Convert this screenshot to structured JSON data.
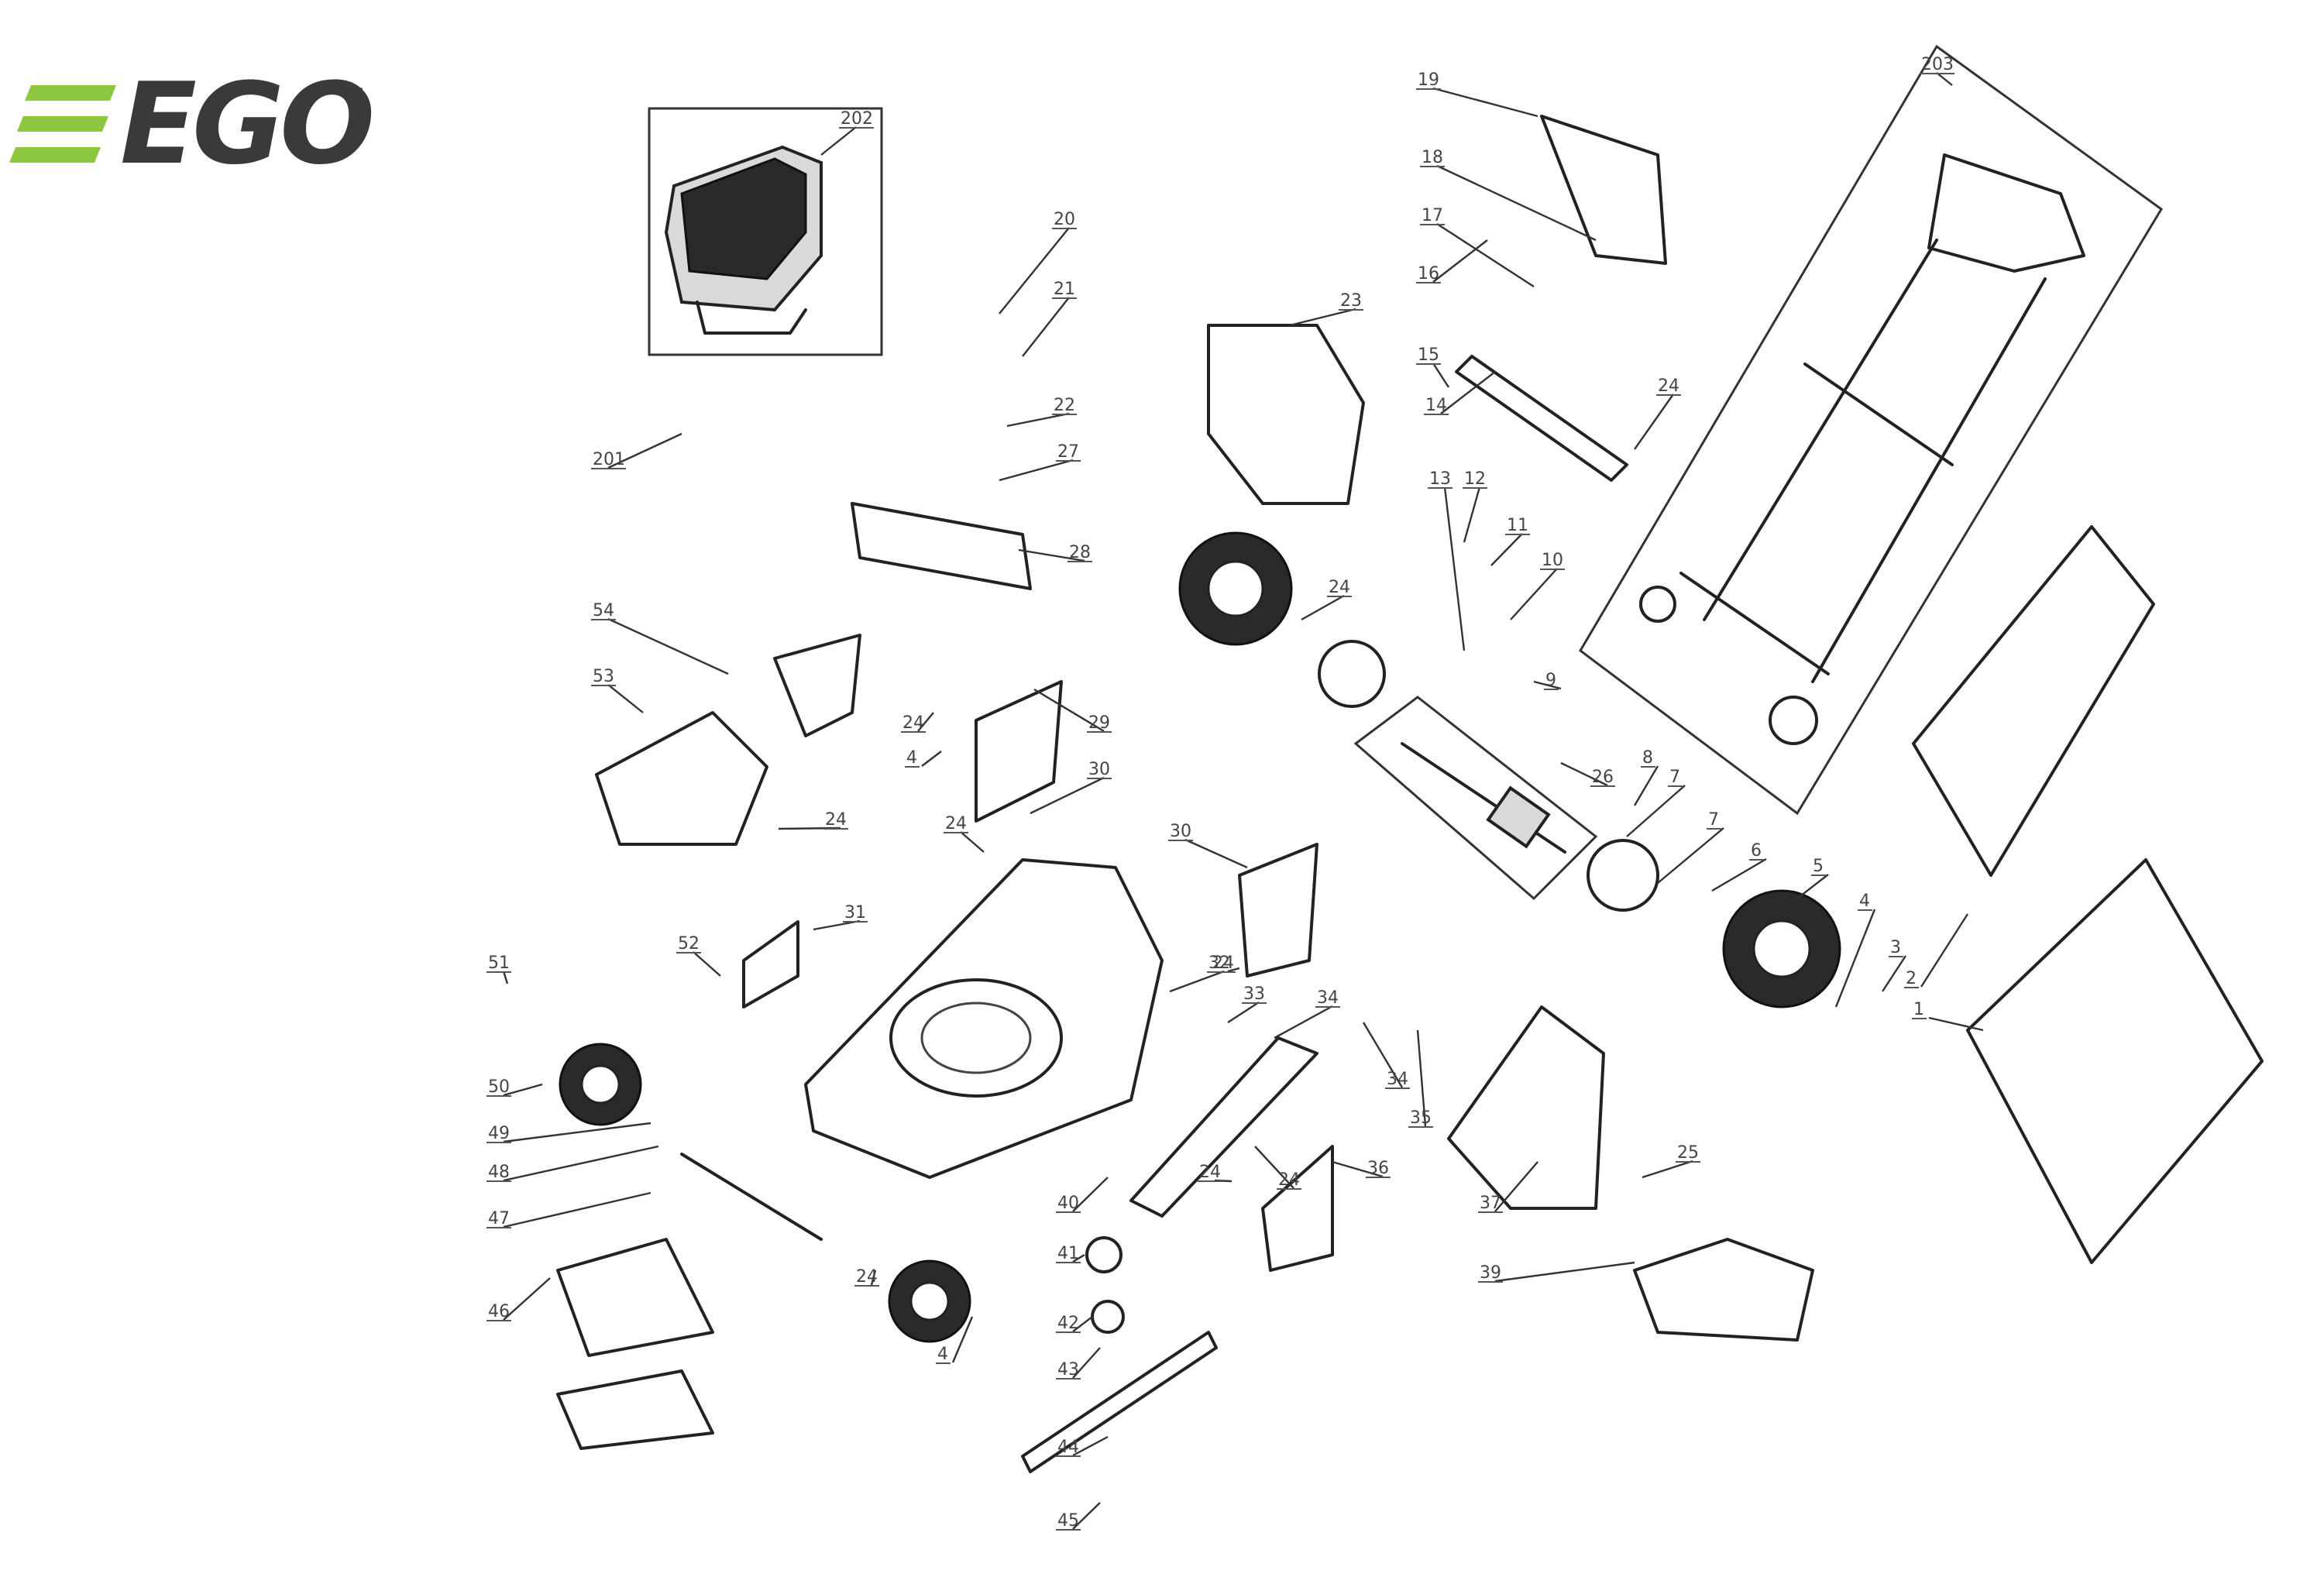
{
  "brand": {
    "logo_text": "EGO",
    "trademark": "™",
    "colors": {
      "accent": "#8dc63f",
      "dark": "#3a3a3a"
    }
  },
  "diagram": {
    "type": "exploded-parts-view",
    "callouts": [
      "1",
      "2",
      "3",
      "4",
      "4",
      "4",
      "5",
      "6",
      "7",
      "7",
      "8",
      "9",
      "10",
      "11",
      "12",
      "13",
      "14",
      "15",
      "16",
      "17",
      "18",
      "19",
      "20",
      "21",
      "22",
      "23",
      "24",
      "24",
      "24",
      "24",
      "24",
      "24",
      "24",
      "24",
      "24",
      "25",
      "26",
      "27",
      "28",
      "29",
      "30",
      "30",
      "31",
      "32",
      "33",
      "34",
      "34",
      "35",
      "36",
      "37",
      "39",
      "40",
      "41",
      "42",
      "43",
      "44",
      "45",
      "46",
      "47",
      "48",
      "49",
      "50",
      "51",
      "52",
      "53",
      "54",
      "201",
      "202",
      "203"
    ]
  }
}
